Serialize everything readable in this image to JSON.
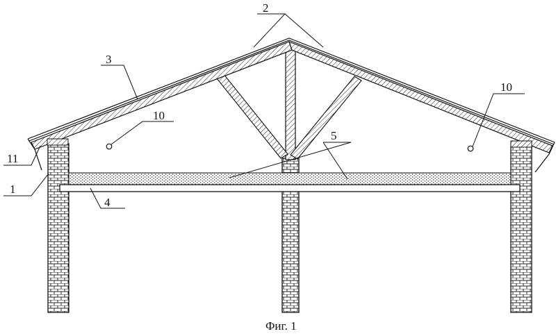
{
  "labels": {
    "l1": "1",
    "l2": "2",
    "l3": "3",
    "l4": "4",
    "l5": "5",
    "l10a": "10",
    "l10b": "10",
    "l11": "11"
  },
  "caption": "Фиг. 1",
  "colors": {
    "ink": "#111111",
    "paper": "#ffffff"
  }
}
